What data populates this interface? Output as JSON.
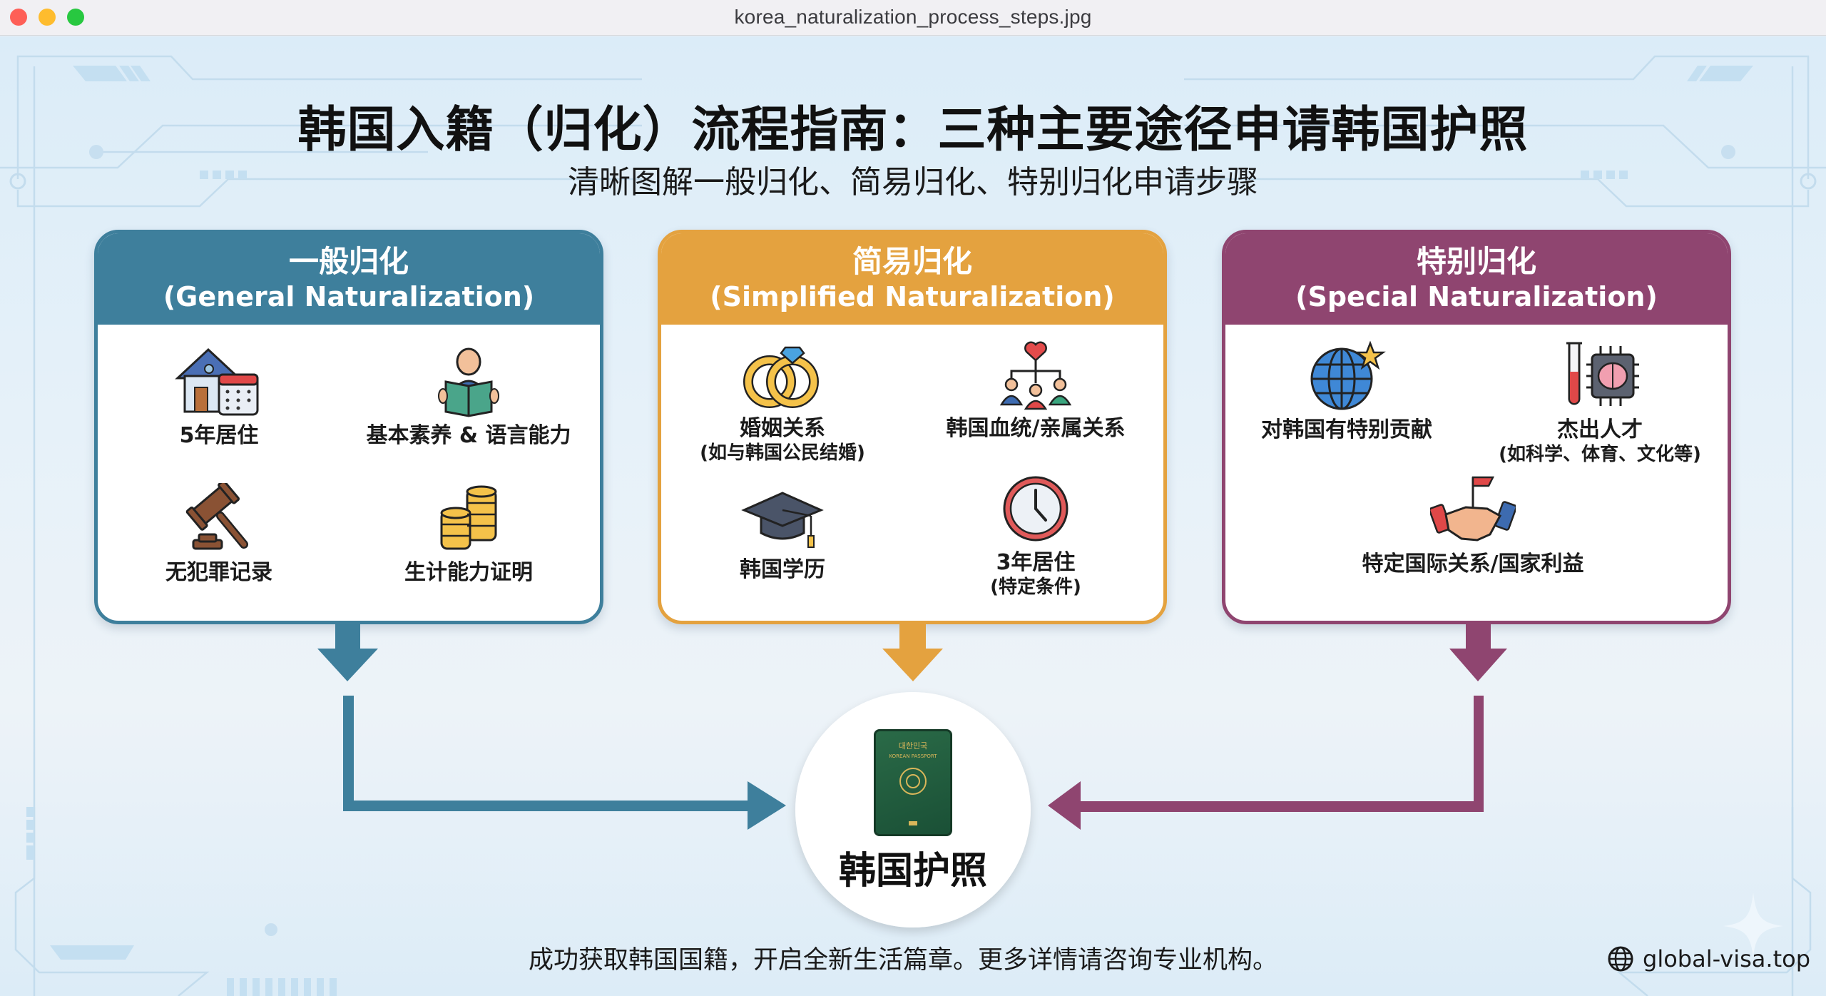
{
  "window": {
    "title": "korea_naturalization_process_steps.jpg",
    "controls": [
      "close",
      "minimize",
      "maximize"
    ]
  },
  "header": {
    "title": "韩国入籍（归化）流程指南：三种主要途径申请韩国护照",
    "subtitle": "清晰图解一般归化、简易归化、特别归化申请步骤"
  },
  "colors": {
    "general": "#3e7f9c",
    "simplified": "#e4a23f",
    "special": "#8f4570",
    "passport_ring": "#d79a24",
    "passport_cover": "#1f5c3e"
  },
  "cards": [
    {
      "title_zh": "一般归化",
      "title_en": "(General Naturalization)",
      "items": [
        {
          "icon": "house-calendar-icon",
          "label": "5年居住",
          "sub": ""
        },
        {
          "icon": "person-reading-book-icon",
          "label": "基本素养 & 语言能力",
          "sub": ""
        },
        {
          "icon": "gavel-icon",
          "label": "无犯罪记录",
          "sub": ""
        },
        {
          "icon": "coin-stacks-icon",
          "label": "生计能力证明",
          "sub": ""
        }
      ]
    },
    {
      "title_zh": "简易归化",
      "title_en": "(Simplified Naturalization)",
      "items": [
        {
          "icon": "wedding-rings-icon",
          "label": "婚姻关系",
          "sub": "(如与韩国公民结婚)"
        },
        {
          "icon": "family-tree-icon",
          "label": "韩国血统/亲属关系",
          "sub": ""
        },
        {
          "icon": "graduation-cap-icon",
          "label": "韩国学历",
          "sub": ""
        },
        {
          "icon": "clock-icon",
          "label": "3年居住",
          "sub": "(特定条件)"
        }
      ]
    },
    {
      "title_zh": "特别归化",
      "title_en": "(Special Naturalization)",
      "items": [
        {
          "icon": "globe-star-icon",
          "label": "对韩国有特别贡献",
          "sub": ""
        },
        {
          "icon": "test-tube-brain-chip-icon",
          "label": "杰出人才",
          "sub": "(如科学、体育、文化等)"
        },
        {
          "icon": "handshake-flag-icon",
          "label": "特定国际关系/国家利益",
          "sub": ""
        }
      ]
    }
  ],
  "result": {
    "icon": "korean-passport-icon",
    "label": "韩国护照",
    "passport_text": [
      "대한민국",
      "KOREAN PASSPORT"
    ]
  },
  "footer": {
    "text": "成功获取韩国国籍，开启全新生活篇章。更多详情请咨询专业机构。",
    "link": "global-visa.top",
    "link_icon": "globe-icon"
  }
}
